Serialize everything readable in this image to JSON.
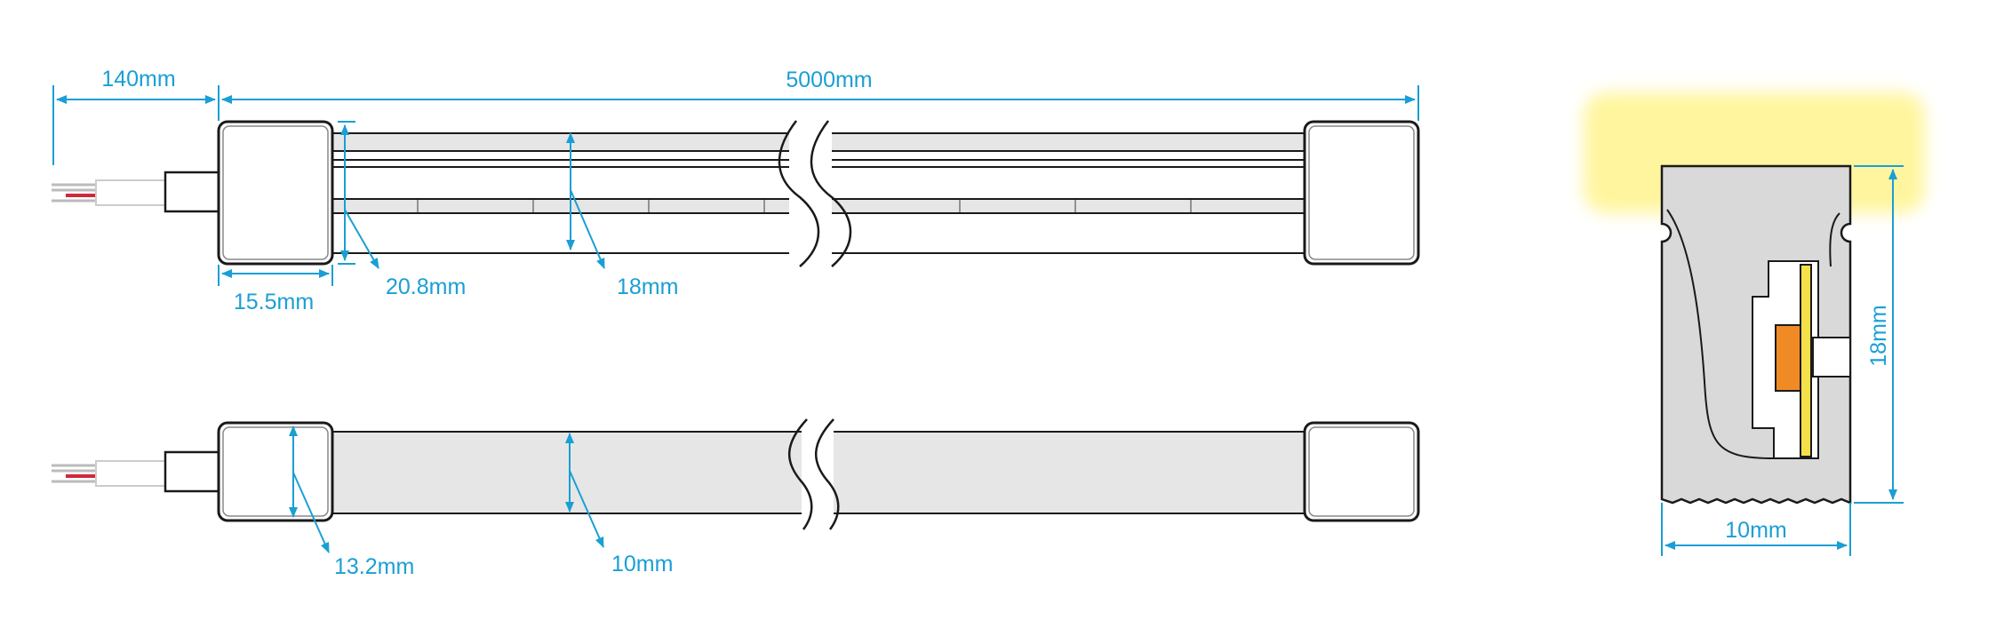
{
  "colors": {
    "dimension": "#1a9fd4",
    "outline": "#1a1a1a",
    "body_gray": "#e6e6e6",
    "profile_gray": "#d9d9d9",
    "glow": "#fff59a",
    "led": "#f08a24",
    "pcb": "#f5e04a",
    "wire_red": "#d0283a"
  },
  "labels": {
    "total_length": "5000mm",
    "cable_length": "140mm",
    "end_cap_length": "15.5mm",
    "end_cap_height_top": "20.8mm",
    "tube_height_top": "18mm",
    "end_cap_width_bottom": "13.2mm",
    "tube_width_bottom": "10mm",
    "profile_height": "18mm",
    "profile_width": "10mm"
  }
}
